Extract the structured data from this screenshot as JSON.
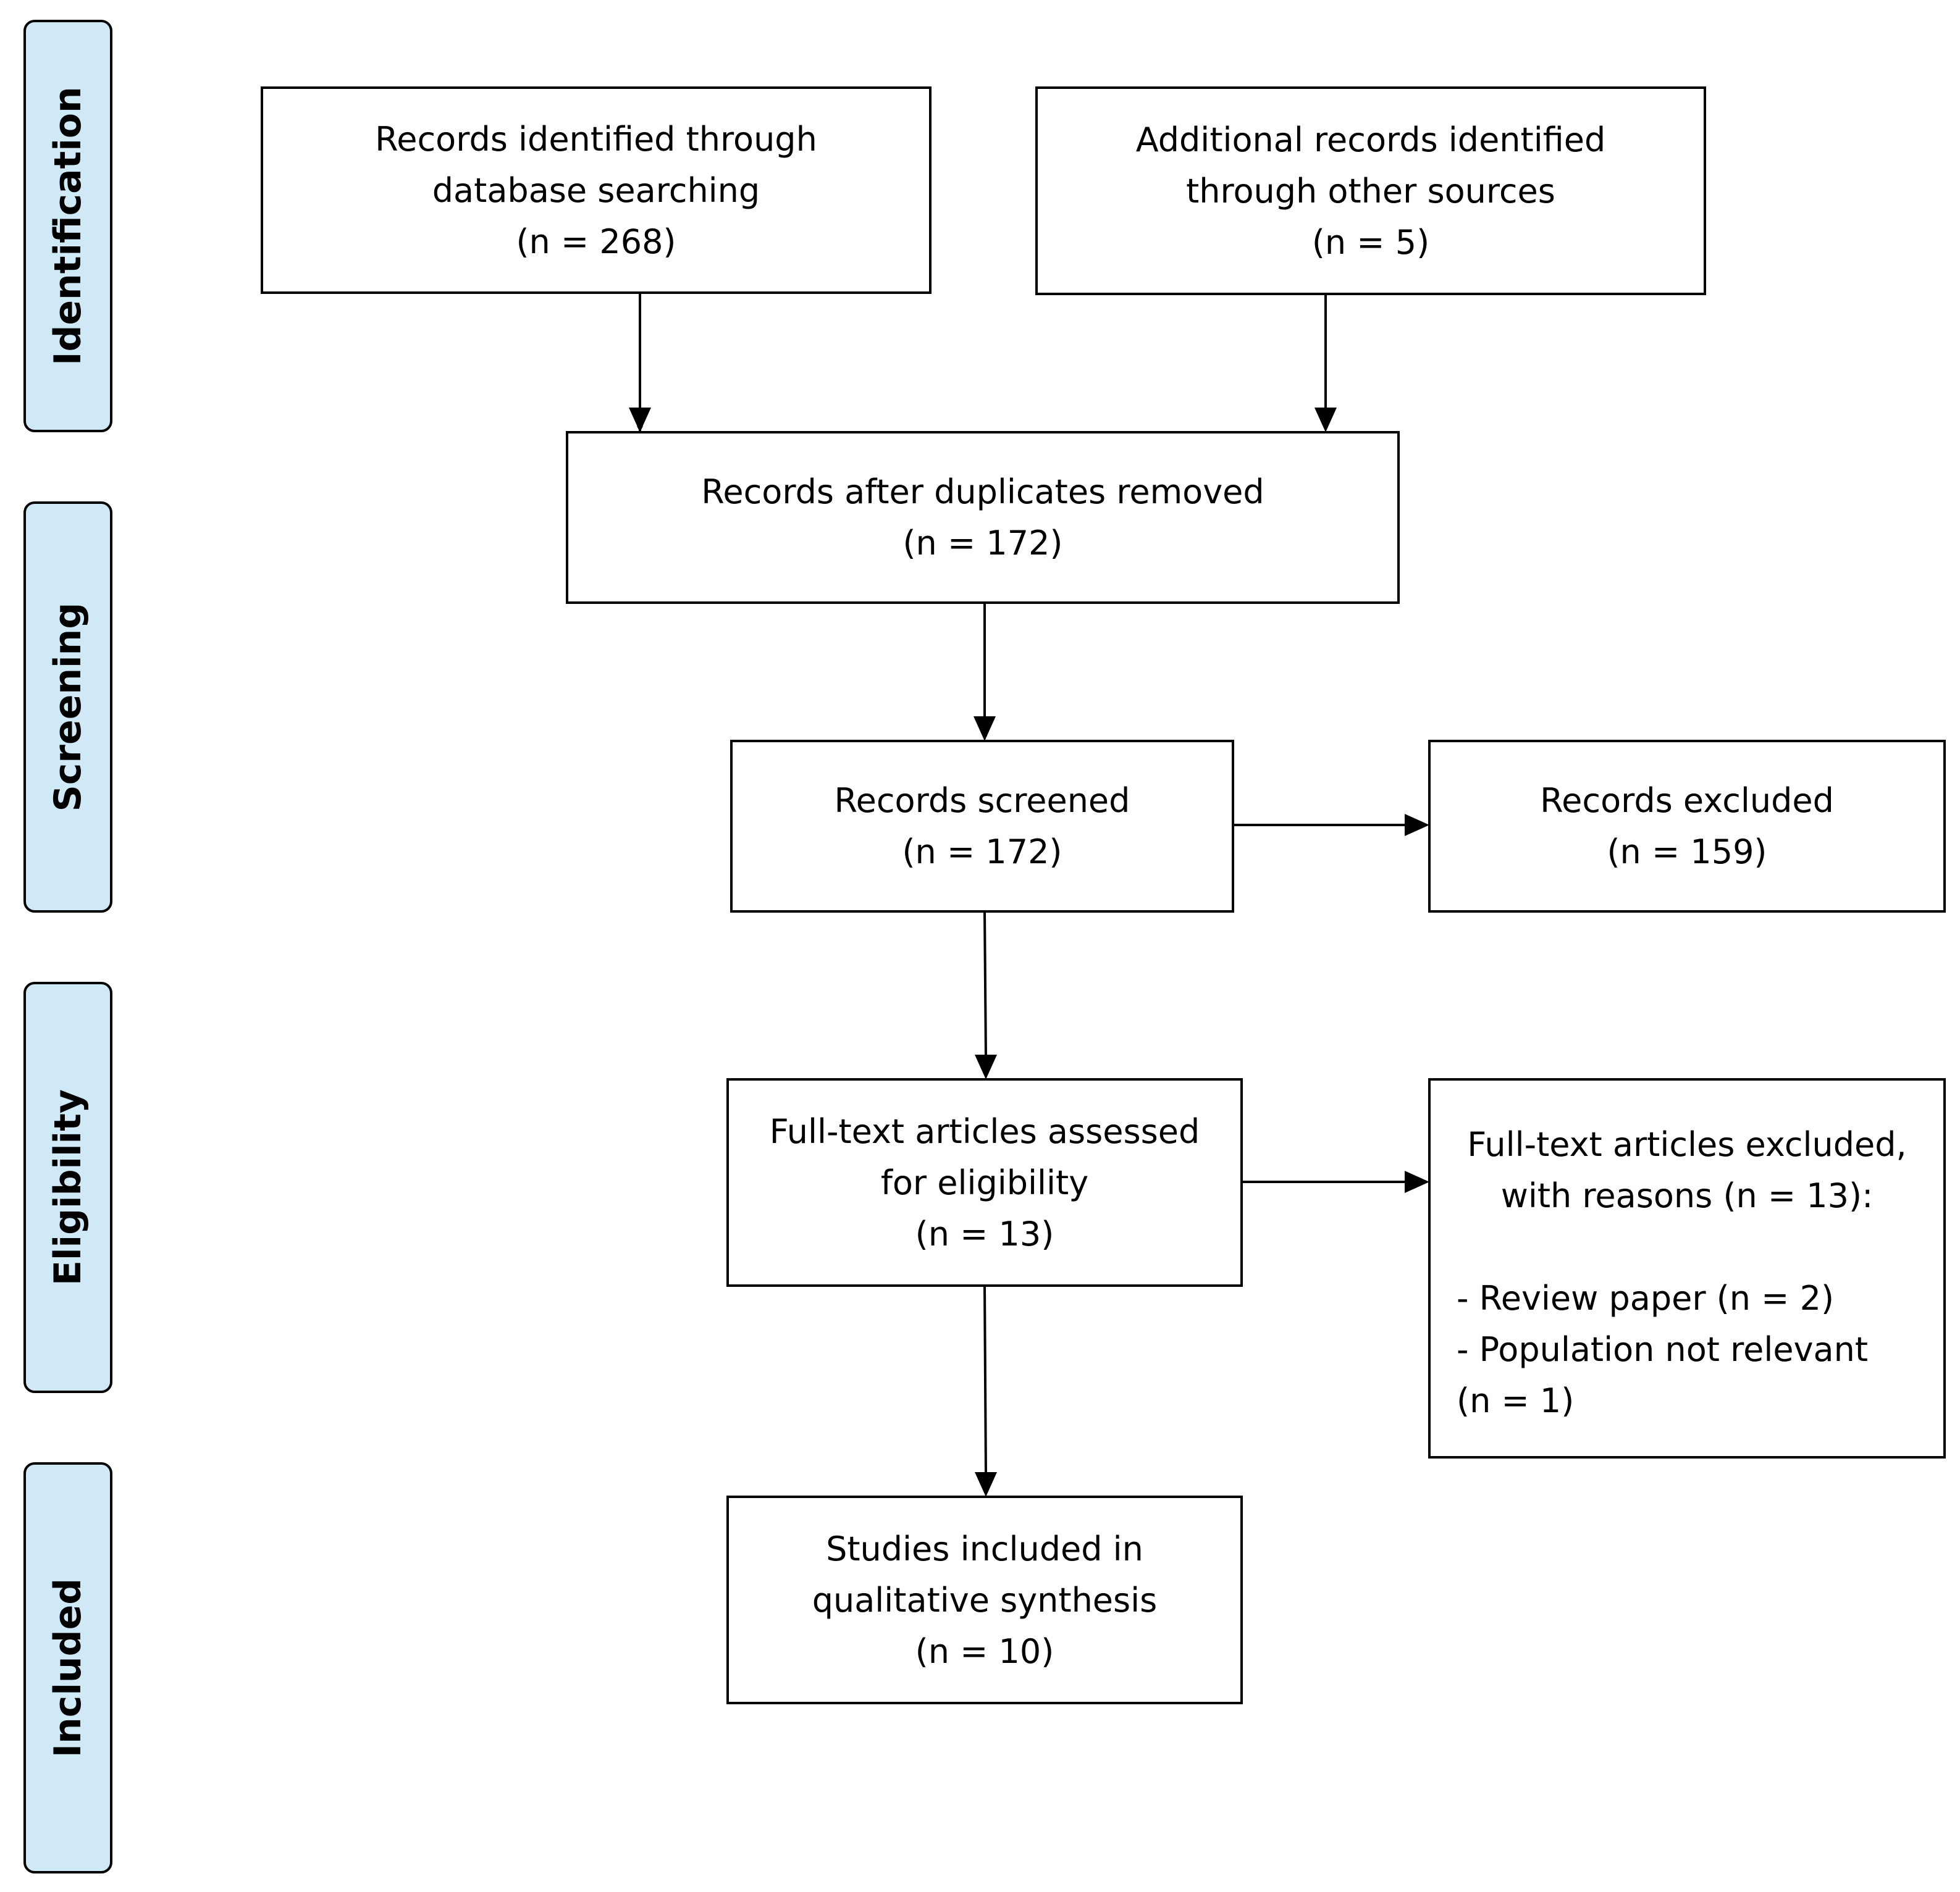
{
  "stages": [
    {
      "id": "identification",
      "label": "Identification"
    },
    {
      "id": "screening",
      "label": "Screening"
    },
    {
      "id": "eligibility",
      "label": "Eligibility"
    },
    {
      "id": "included",
      "label": "Included"
    }
  ],
  "boxes": {
    "database_records": "Records identified through\ndatabase searching\n(n = 268)",
    "other_records": "Additional records identified\nthrough other sources\n(n = 5)",
    "after_duplicates": "Records after duplicates removed\n(n = 172)",
    "screened": "Records screened\n(n = 172)",
    "excluded": "Records excluded\n(n = 159)",
    "fulltext_assessed": "Full-text articles assessed\nfor eligibility\n(n = 13)",
    "fulltext_excluded_heading": "Full-text articles excluded,\nwith reasons (n = 13):",
    "fulltext_excluded_reasons": "- Review paper (n = 2)\n- Population not relevant\n(n = 1)",
    "included_studies": "Studies included in\nqualitative synthesis\n(n = 10)"
  },
  "style": {
    "stage_fill": "#cfe9f7",
    "line_color": "#000000"
  }
}
